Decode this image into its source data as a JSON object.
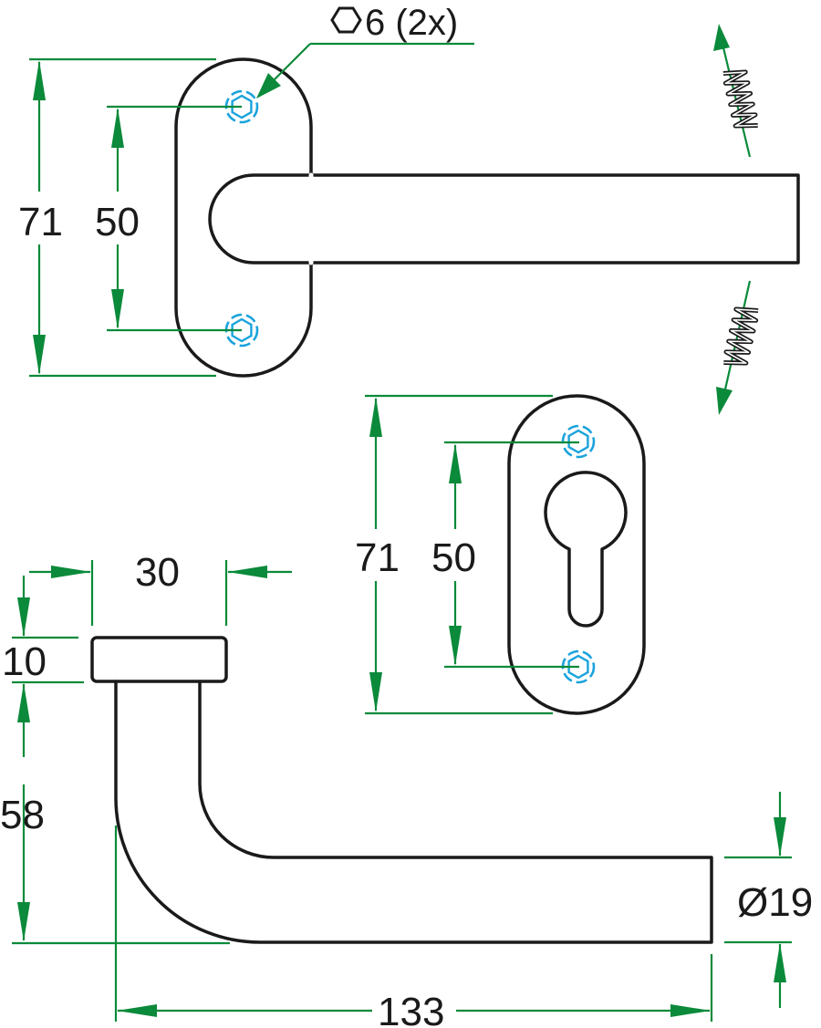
{
  "drawing": {
    "subject": "Door handle on round rosette with keyhole escutcheon",
    "colors": {
      "outline": "#1a1a1a",
      "dimension": "#0a8a3a",
      "screw": "#1aa3dc"
    },
    "top_view": {
      "screw_callout": {
        "icon": "hexagon-icon",
        "text": "6 (2x)"
      },
      "overall_height": "71",
      "screw_spacing": "50"
    },
    "escutcheon_view": {
      "overall_height": "71",
      "screw_spacing": "50"
    },
    "side_view": {
      "rosette_width": "30",
      "rosette_thickness": "10",
      "handle_height": "58",
      "handle_diameter": "Ø19",
      "handle_length": "133"
    },
    "rotation_indicators": [
      {
        "direction": "up",
        "icon": "spring-icon"
      },
      {
        "direction": "down",
        "icon": "spring-icon"
      }
    ]
  }
}
